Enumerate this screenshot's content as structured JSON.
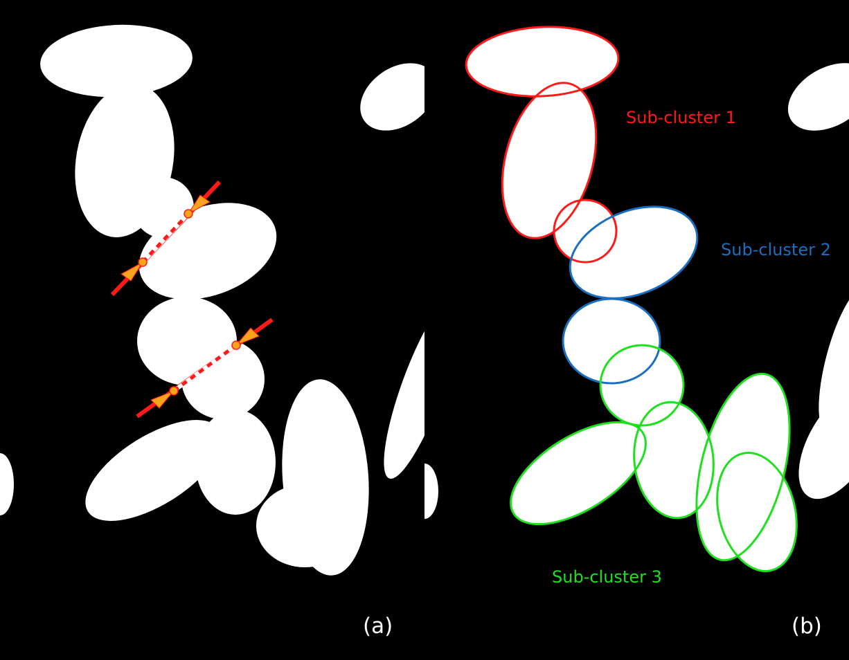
{
  "panels": [
    {
      "label": "(a)"
    },
    {
      "label": "(b)"
    }
  ],
  "subclusters": [
    {
      "label": "Sub-cluster 1",
      "color": "#ff1a1a"
    },
    {
      "label": "Sub-cluster 2",
      "color": "#1b6fc2"
    },
    {
      "label": "Sub-cluster 3",
      "color": "#1fe01f"
    }
  ],
  "split_line_color": "#ff1a1a",
  "arrow_color": "#f7a31b"
}
